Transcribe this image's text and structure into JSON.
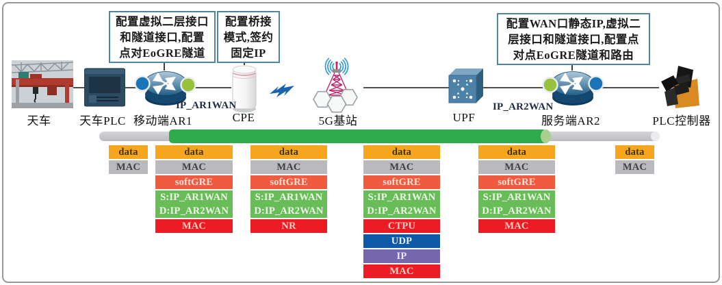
{
  "figure": {
    "callouts": [
      {
        "lines": [
          "配置虚拟二层接口",
          "和隧道接口,配置",
          "点对EoGRE隧道"
        ]
      },
      {
        "lines": [
          "配置桥接",
          "模式,签约",
          "固定IP"
        ]
      },
      {
        "lines": [
          "配置WAN口静态IP,虚拟二",
          "层接口和隧道接口,配置点",
          "对点EoGRE隧道和路由"
        ]
      }
    ],
    "devices": [
      {
        "id": "crane",
        "label": "天车"
      },
      {
        "id": "crane-plc",
        "label": "天车PLC"
      },
      {
        "id": "mobile-ar1",
        "label": "移动端AR1",
        "port_label": "IP_AR1WAN"
      },
      {
        "id": "cpe",
        "label": "CPE"
      },
      {
        "id": "gnb-5g",
        "label": "5G基站"
      },
      {
        "id": "upf",
        "label": "UPF"
      },
      {
        "id": "server-ar2",
        "label": "服务端AR2",
        "port_label": "IP_AR2WAN"
      },
      {
        "id": "plc-controller",
        "label": "PLC控制器"
      }
    ],
    "stacks": [
      {
        "device": "crane-plc",
        "rows": [
          {
            "style": "amber",
            "lines": [
              "data"
            ]
          },
          {
            "style": "gray",
            "lines": [
              "MAC"
            ]
          }
        ]
      },
      {
        "device": "mobile-ar1",
        "rows": [
          {
            "style": "amber",
            "lines": [
              "data"
            ]
          },
          {
            "style": "gray",
            "lines": [
              "MAC"
            ]
          },
          {
            "style": "tomato",
            "lines": [
              "softGRE"
            ]
          },
          {
            "style": "green",
            "lines": [
              "S:IP_AR1WAN",
              "D:IP_AR2WAN"
            ]
          },
          {
            "style": "red",
            "lines": [
              "MAC"
            ]
          }
        ]
      },
      {
        "device": "cpe",
        "rows": [
          {
            "style": "amber",
            "lines": [
              "data"
            ]
          },
          {
            "style": "gray",
            "lines": [
              "MAC"
            ]
          },
          {
            "style": "tomato",
            "lines": [
              "softGRE"
            ]
          },
          {
            "style": "green",
            "lines": [
              "S:IP_AR1WAN",
              "D:IP_AR2WAN"
            ]
          },
          {
            "style": "red",
            "lines": [
              "NR"
            ]
          }
        ]
      },
      {
        "device": "gnb-5g",
        "rows": [
          {
            "style": "amber",
            "lines": [
              "data"
            ]
          },
          {
            "style": "gray",
            "lines": [
              "MAC"
            ]
          },
          {
            "style": "tomato",
            "lines": [
              "softGRE"
            ]
          },
          {
            "style": "green",
            "lines": [
              "S:IP_AR1WAN",
              "D:IP_AR2WAN"
            ]
          },
          {
            "style": "red",
            "lines": [
              "CTPU"
            ]
          },
          {
            "style": "blue",
            "lines": [
              "UDP"
            ]
          },
          {
            "style": "purple",
            "lines": [
              "IP"
            ]
          },
          {
            "style": "red",
            "lines": [
              "MAC"
            ]
          }
        ]
      },
      {
        "device": "server-ar2",
        "rows": [
          {
            "style": "amber",
            "lines": [
              "data"
            ]
          },
          {
            "style": "gray",
            "lines": [
              "MAC"
            ]
          },
          {
            "style": "tomato",
            "lines": [
              "softGRE"
            ]
          },
          {
            "style": "green",
            "lines": [
              "S:IP_AR1WAN",
              "D:IP_AR2WAN"
            ]
          },
          {
            "style": "red",
            "lines": [
              "MAC"
            ]
          }
        ]
      },
      {
        "device": "plc-controller",
        "rows": [
          {
            "style": "amber",
            "lines": [
              "data"
            ]
          },
          {
            "style": "gray",
            "lines": [
              "MAC"
            ]
          }
        ]
      }
    ],
    "colors": {
      "layer_amber": "#F6A61E",
      "layer_gray": "#B9B9BE",
      "layer_tomato": "#F05A3F",
      "layer_green": "#69BD58",
      "layer_red": "#EB1C24",
      "layer_blue": "#0E5AA7",
      "layer_purple": "#7566AE",
      "tunnel_green": "#2EAB4D",
      "pipe_gray": "#C3C3C7",
      "callout_border": "#4F85A0"
    }
  }
}
